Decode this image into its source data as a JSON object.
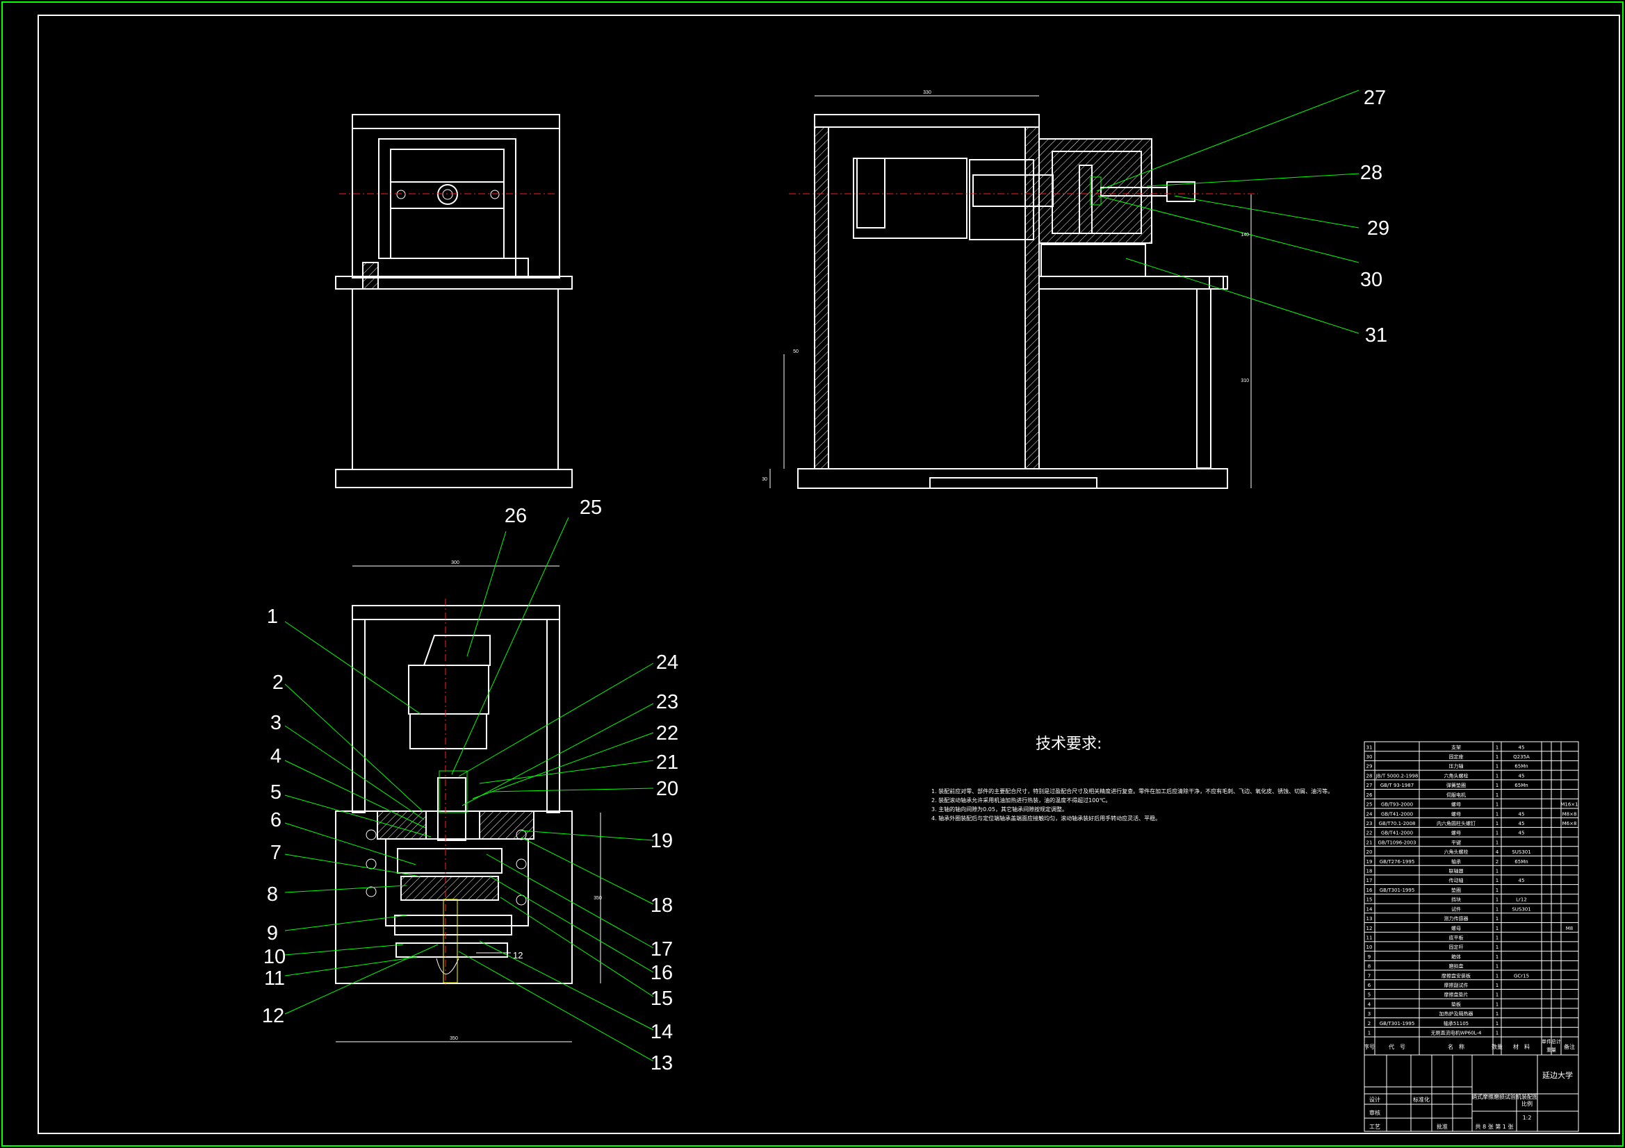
{
  "callouts": [
    {
      "id": "1",
      "label": "1"
    },
    {
      "id": "2",
      "label": "2"
    },
    {
      "id": "3",
      "label": "3"
    },
    {
      "id": "4",
      "label": "4"
    },
    {
      "id": "5",
      "label": "5"
    },
    {
      "id": "6",
      "label": "6"
    },
    {
      "id": "7",
      "label": "7"
    },
    {
      "id": "8",
      "label": "8"
    },
    {
      "id": "9",
      "label": "9"
    },
    {
      "id": "10",
      "label": "10"
    },
    {
      "id": "11",
      "label": "11"
    },
    {
      "id": "12",
      "label": "12"
    },
    {
      "id": "13",
      "label": "13"
    },
    {
      "id": "14",
      "label": "14"
    },
    {
      "id": "15",
      "label": "15"
    },
    {
      "id": "16",
      "label": "16"
    },
    {
      "id": "17",
      "label": "17"
    },
    {
      "id": "18",
      "label": "18"
    },
    {
      "id": "19",
      "label": "19"
    },
    {
      "id": "20",
      "label": "20"
    },
    {
      "id": "21",
      "label": "21"
    },
    {
      "id": "22",
      "label": "22"
    },
    {
      "id": "23",
      "label": "23"
    },
    {
      "id": "24",
      "label": "24"
    },
    {
      "id": "25",
      "label": "25"
    },
    {
      "id": "26",
      "label": "26"
    },
    {
      "id": "27",
      "label": "27"
    },
    {
      "id": "28",
      "label": "28"
    },
    {
      "id": "29",
      "label": "29"
    },
    {
      "id": "30",
      "label": "30"
    },
    {
      "id": "31",
      "label": "31"
    }
  ],
  "dimensions": {
    "top_width": "300",
    "bottom_width": "350",
    "right_height": "350",
    "side_width": "330",
    "side_h1": "140",
    "side_h2": "310",
    "side_left": "50",
    "side_base": "30",
    "small_12": "12"
  },
  "tech": {
    "title": "技术要求:",
    "lines": [
      "1. 装配前应对零、部件的主要配合尺寸，特别是过盈配合尺寸及相关精度进行复查。零件在加工后应清除干净，不应有毛刺、飞边、氧化皮、锈蚀、切屑、油污等。",
      "2. 装配滚动轴承允许采用机油加热进行热装，油的温度不得超过100℃。",
      "3. 主轴的轴向间隙为0.05，其它轴承间隙按规定调整。",
      "4. 轴承外圈装配后与定位端轴承盖端面应接触均匀，滚动轴承装好后用手转动应灵活、平稳。"
    ]
  },
  "bom": {
    "rows": [
      {
        "no": "31",
        "code": "",
        "name": "支架",
        "qty": "1",
        "material": "45",
        "note": ""
      },
      {
        "no": "30",
        "code": "",
        "name": "固定座",
        "qty": "1",
        "material": "Q235A",
        "note": ""
      },
      {
        "no": "29",
        "code": "",
        "name": "压力轴",
        "qty": "1",
        "material": "65Mn",
        "note": ""
      },
      {
        "no": "28",
        "code": "JB/T 5000.2-1998",
        "name": "六角头螺栓",
        "qty": "1",
        "material": "45",
        "note": ""
      },
      {
        "no": "27",
        "code": "GB/T 93-1987",
        "name": "弹簧垫圈",
        "qty": "1",
        "material": "65Mn",
        "note": ""
      },
      {
        "no": "26",
        "code": "",
        "name": "伺服电机",
        "qty": "1",
        "material": "",
        "note": ""
      },
      {
        "no": "25",
        "code": "GB/T93-2000",
        "name": "螺母",
        "qty": "1",
        "material": "",
        "note": "M16×1"
      },
      {
        "no": "24",
        "code": "GB/T41-2000",
        "name": "螺母",
        "qty": "1",
        "material": "45",
        "note": "M8×8"
      },
      {
        "no": "23",
        "code": "GB/T70.1-2008",
        "name": "内六角圆柱头螺钉",
        "qty": "1",
        "material": "45",
        "note": "M6×8"
      },
      {
        "no": "22",
        "code": "GB/T41-2000",
        "name": "螺母",
        "qty": "1",
        "material": "45",
        "note": ""
      },
      {
        "no": "21",
        "code": "GB/T1096-2003",
        "name": "平键",
        "qty": "1",
        "material": "",
        "note": ""
      },
      {
        "no": "20",
        "code": "",
        "name": "六角头螺栓",
        "qty": "4",
        "material": "SUS301",
        "note": ""
      },
      {
        "no": "19",
        "code": "GB/T276-1995",
        "name": "轴承",
        "qty": "2",
        "material": "65Mn",
        "note": ""
      },
      {
        "no": "18",
        "code": "",
        "name": "联轴器",
        "qty": "1",
        "material": "",
        "note": ""
      },
      {
        "no": "17",
        "code": "",
        "name": "传动轴",
        "qty": "1",
        "material": "45",
        "note": ""
      },
      {
        "no": "16",
        "code": "GB/T301-1995",
        "name": "垫圈",
        "qty": "1",
        "material": "",
        "note": ""
      },
      {
        "no": "15",
        "code": "",
        "name": "挡块",
        "qty": "1",
        "material": "Lr12",
        "note": ""
      },
      {
        "no": "14",
        "code": "",
        "name": "试件",
        "qty": "1",
        "material": "SUS301",
        "note": ""
      },
      {
        "no": "13",
        "code": "",
        "name": "测力传感器",
        "qty": "1",
        "material": "",
        "note": ""
      },
      {
        "no": "12",
        "code": "",
        "name": "螺母",
        "qty": "1",
        "material": "",
        "note": "M8"
      },
      {
        "no": "11",
        "code": "",
        "name": "底平板",
        "qty": "1",
        "material": "",
        "note": ""
      },
      {
        "no": "10",
        "code": "",
        "name": "固定杆",
        "qty": "1",
        "material": "",
        "note": ""
      },
      {
        "no": "9",
        "code": "",
        "name": "箱体",
        "qty": "1",
        "material": "",
        "note": ""
      },
      {
        "no": "8",
        "code": "",
        "name": "磨损盘",
        "qty": "1",
        "material": "",
        "note": ""
      },
      {
        "no": "7",
        "code": "",
        "name": "摩擦盘安装板",
        "qty": "1",
        "material": "GCr15",
        "note": ""
      },
      {
        "no": "6",
        "code": "",
        "name": "摩擦副试件",
        "qty": "1",
        "material": "",
        "note": ""
      },
      {
        "no": "5",
        "code": "",
        "name": "摩擦盘垫片",
        "qty": "1",
        "material": "",
        "note": ""
      },
      {
        "no": "4",
        "code": "",
        "name": "垫板",
        "qty": "1",
        "material": "",
        "note": ""
      },
      {
        "no": "3",
        "code": "",
        "name": "加热炉及隔热器",
        "qty": "1",
        "material": "",
        "note": ""
      },
      {
        "no": "2",
        "code": "GB/T301-1995",
        "name": "轴承51105",
        "qty": "1",
        "material": "",
        "note": ""
      },
      {
        "no": "1",
        "code": "",
        "name": "无刷直流电机WP60L-4",
        "qty": "1",
        "material": "",
        "note": ""
      }
    ],
    "header": {
      "no": "序号",
      "code": "代　号",
      "name": "名　称",
      "qty": "数量",
      "material": "材　料",
      "unit_weight": "单件",
      "total_weight": "总计",
      "weight": "重量",
      "note": "备注"
    }
  },
  "title_block": {
    "school": "延边大学",
    "drawing_name": "销式摩擦磨损试验机装配图",
    "scale_label": "比例",
    "scale": "1:2",
    "sheet": "共 8 张 第 1 张",
    "design_label": "设计",
    "check_label": "审核",
    "process_label": "工艺",
    "approve_label": "批准",
    "std_label": "标准化"
  }
}
